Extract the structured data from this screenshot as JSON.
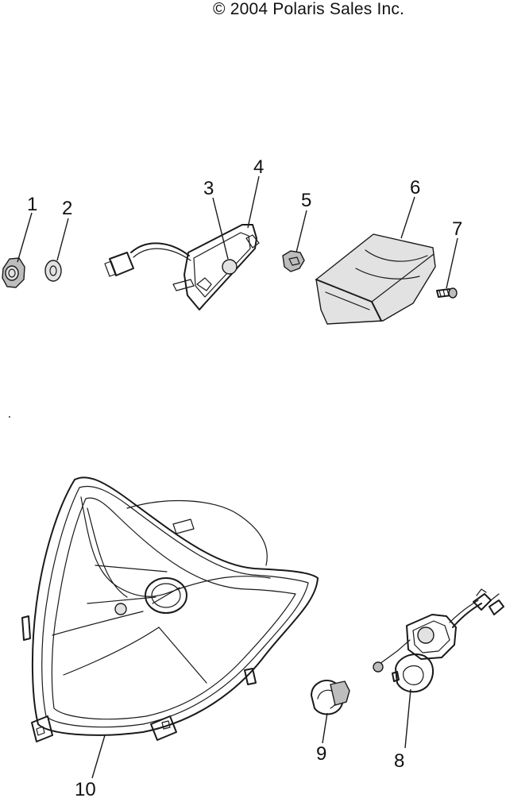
{
  "copyright": "© 2004 Polaris Sales Inc.",
  "callouts": {
    "c1": "1",
    "c2": "2",
    "c3": "3",
    "c4": "4",
    "c5": "5",
    "c6": "6",
    "c7": "7",
    "c8": "8",
    "c9": "9",
    "c10": "10"
  }
}
